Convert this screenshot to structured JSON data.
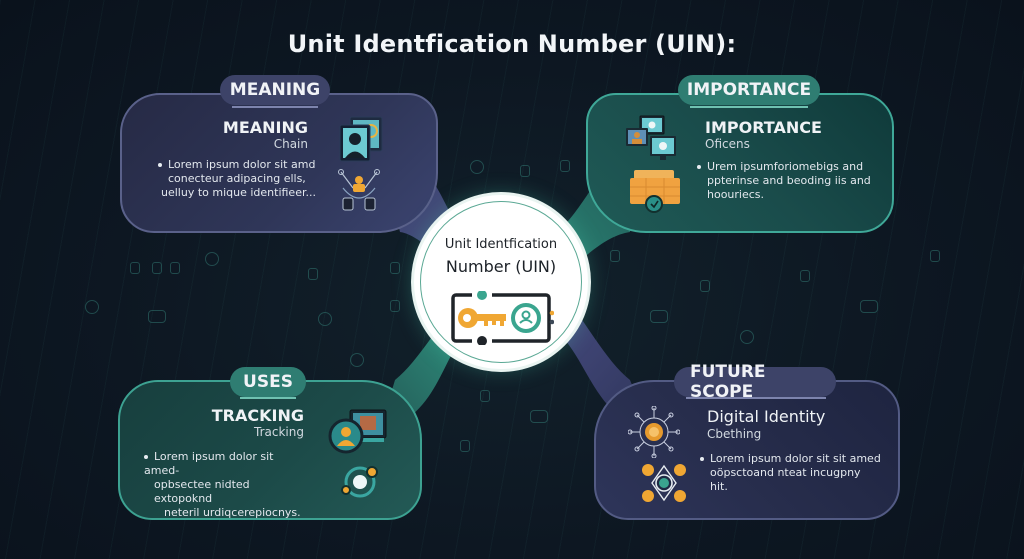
{
  "title": "Unit Identfication Number (UIN):",
  "hub": {
    "line1": "Unit Identfication",
    "line2": "Number (UIN)",
    "icon": "key-id-card-icon",
    "colors": {
      "key": "#f0a733",
      "badge": "#3aa58f",
      "frame": "#1f2429"
    }
  },
  "panels": {
    "meaning": {
      "label": "MEANING",
      "heading": "MEANING",
      "subheading": "Chain",
      "body": [
        "Lorem ipsum dolor sit amd",
        "conecteur adipacing ells,",
        "uelluy to mique identifieer..."
      ],
      "icons": [
        "profile-cards-icon",
        "user-network-icon"
      ],
      "colors": {
        "fill": "#2f3658",
        "border": "#5a618a",
        "pill": "#3d4368"
      }
    },
    "importance": {
      "label": "IMPORTANCE",
      "heading": "IMPORTANCE",
      "subheading": "Oficens",
      "body": [
        "Urem ipsumforiomebigs and",
        "ppterinse and beoding iis and",
        "hoouriecs."
      ],
      "icons": [
        "monitors-icon",
        "storage-clock-icon"
      ],
      "colors": {
        "fill": "#1a4c4b",
        "border": "#3fa898",
        "pill": "#2f7d72"
      }
    },
    "uses": {
      "label": "USES",
      "heading": "TRACKING",
      "subheading": "Tracking",
      "body": [
        "Lorem ipsum dolor sit amed-",
        "opbsectee nidted extopoknd",
        "neteril urdiqcerepiocnys."
      ],
      "icons": [
        "user-monitor-icon",
        "network-gear-icon"
      ],
      "colors": {
        "fill": "#1c4a48",
        "border": "#3da292",
        "pill": "#2f7d72"
      }
    },
    "future": {
      "label": "FUTURE SCOPE",
      "heading": "Digital Identity",
      "subheading": "Cbething",
      "body": [
        "Lorem ipsum dolor sit sit amed",
        "oöpsctoand nteat incugpny",
        "hit."
      ],
      "icons": [
        "lion-network-icon",
        "face-id-network-icon"
      ],
      "colors": {
        "fill": "#272d4c",
        "border": "#535b84",
        "pill": "#3d4368"
      }
    }
  },
  "background": {
    "base": "#0d1722",
    "accent": "#46a096"
  }
}
